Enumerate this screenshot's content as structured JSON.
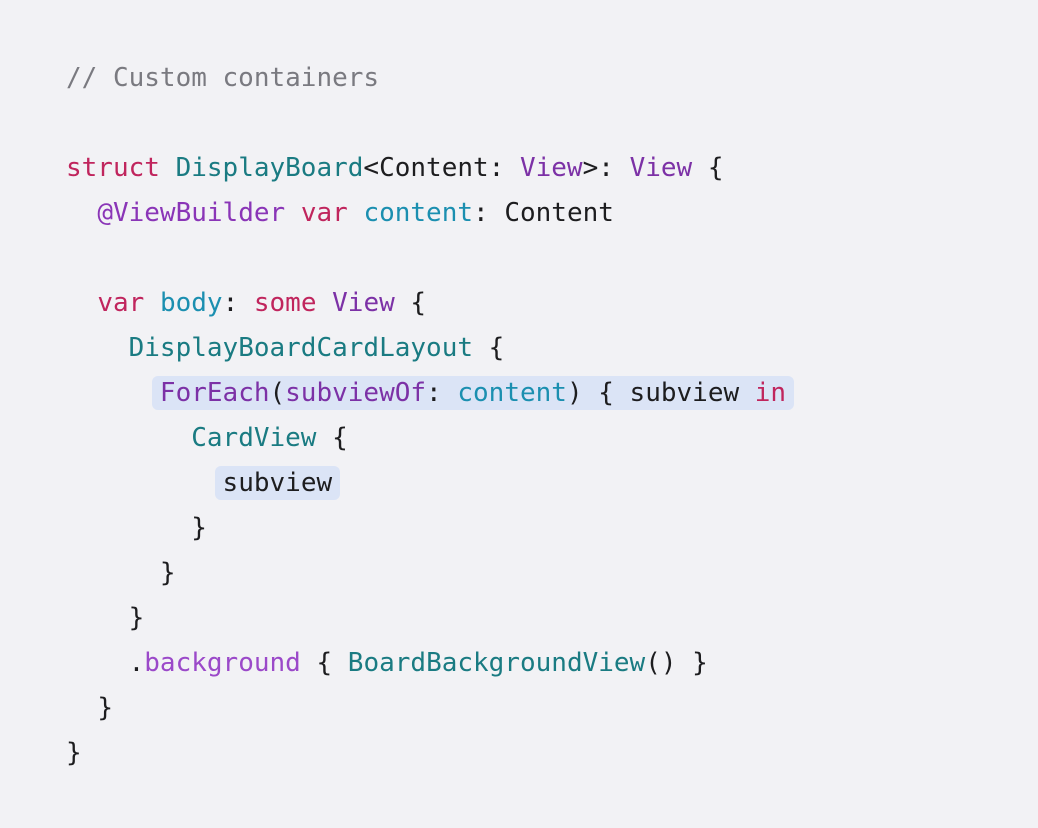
{
  "code": {
    "comment": "// Custom containers",
    "l1": {
      "kw_struct": "struct",
      "type_name": "DisplayBoard",
      "generic_open": "<Content: ",
      "generic_constraint": "View",
      "generic_close": ">: ",
      "conformance": "View",
      "brace": " {"
    },
    "l2": {
      "attribute": "@ViewBuilder",
      "kw_var": "var",
      "prop_name": "content",
      "colon": ": ",
      "prop_type": "Content"
    },
    "l3": {
      "kw_var": "var",
      "prop_name": "body",
      "colon": ": ",
      "kw_some": "some",
      "type": "View",
      "brace": " {"
    },
    "l4": {
      "type": "DisplayBoardCardLayout",
      "brace": " {"
    },
    "l5": {
      "func": "ForEach",
      "paren_open": "(",
      "label": "subviewOf",
      "colon": ": ",
      "arg": "content",
      "close": ") { subview ",
      "kw_in": "in"
    },
    "l6": {
      "type": "CardView",
      "brace": " {"
    },
    "l7": {
      "ident": "subview"
    },
    "l8": "}",
    "l9": "}",
    "l10": "}",
    "l11": {
      "dot": ".",
      "method": "background",
      "brace_open": " { ",
      "type": "BoardBackgroundView",
      "call_close": "() }"
    },
    "l12": "}",
    "l13": "}"
  }
}
